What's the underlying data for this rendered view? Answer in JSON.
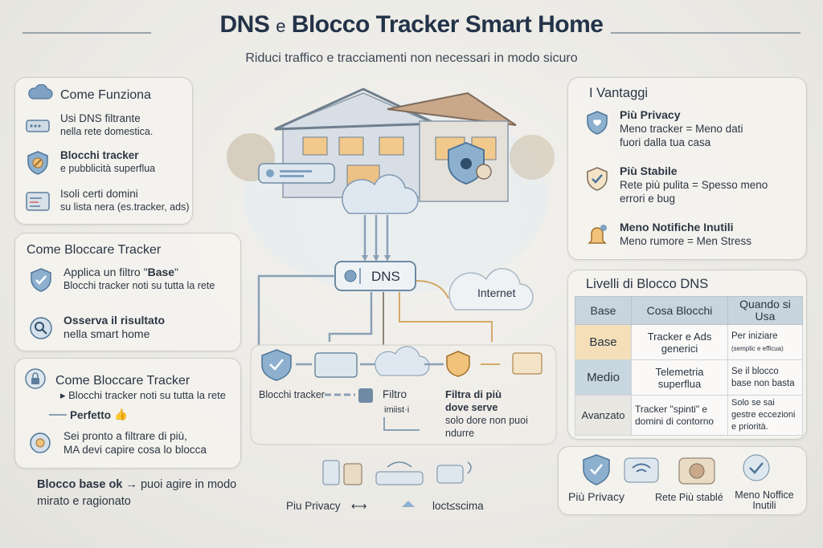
{
  "header": {
    "title_a": "DNS",
    "title_e": "e",
    "title_b": "Blocco Tracker Smart Home",
    "subtitle": "Riduci traffico e tracciamenti non necessari in modo sicuro"
  },
  "how": {
    "title": "Come Funziona",
    "items": [
      {
        "line1": "Usi DNS filtrante",
        "line2": "nella rete domestica."
      },
      {
        "line1": "Blocchi tracker",
        "line2": "e pubblicità superflua"
      },
      {
        "line1": "Isoli certi domini",
        "line2": "su lista nera  (es.tracker, ads)"
      }
    ]
  },
  "block1": {
    "title": "Come Bloccare Tracker",
    "items": [
      {
        "line1_a": "Applica un filtro \"",
        "line1_b": "Base",
        "line1_c": "\"",
        "line2": "Blocchi tracker noti su tutta la rete"
      },
      {
        "line1": "Osserva il risultato",
        "line2": "nella smart home"
      }
    ]
  },
  "block2": {
    "title": "Come Bloccare Tracker",
    "item1": "Blocchi tracker noti su tutta la rete",
    "perfect": "Perfetto",
    "item3_line1": "Sei pronto a filtrare di più,",
    "item3_line2": "MA devi capire cosa lo blocca"
  },
  "footer_left": {
    "line1": "Blocco base ok",
    "line1_arrow": "→",
    "line1_rest": "puoi agire in modo",
    "line2": "mirato e ragionato"
  },
  "diagram": {
    "dns_label": "DNS",
    "internet_label": "Internet",
    "blocchi_tracker": "Blocchi tracker",
    "filtro": "Filtro",
    "imiist": "imiist·i",
    "filtra_line1": "Filtra di più",
    "filtra_line2": "dove serve",
    "filtra_line3": "solo dore non puoi",
    "filtra_line4": "ndurre",
    "bottom_left": "Piu Privacy",
    "bottom_right": "loct≤scima"
  },
  "advantages": {
    "title": "I Vantaggi",
    "items": [
      {
        "title": "Più Privacy",
        "line1": "Meno tracker = Meno dati",
        "line2": "fuori dalla tua casa"
      },
      {
        "title": "Più Stabile",
        "line1": "Rete più pulita = Spesso meno",
        "line2": "errori e bug"
      },
      {
        "title": "Meno Notifiche Inutili",
        "line1": "Meno rumore = Men Stress",
        "line2": ""
      }
    ]
  },
  "levels": {
    "title": "Livelli di Blocco DNS",
    "headers": [
      "Base",
      "Cosa Blocchi",
      "Quando si Usa"
    ],
    "rows": [
      {
        "level": "Base",
        "what": "Tracker e Ads generici",
        "when": "Per iniziare",
        "when_small": "(semplic e efficua)"
      },
      {
        "level": "Medio",
        "what": "Telemetria superflua",
        "when": "Se il blocco base non basta",
        "when_small": ""
      },
      {
        "level": "Avanzato",
        "what": "Tracker \"spinti\" e domini di contorno",
        "when": "Solo se sai gestre eccezioni e priorità.",
        "when_small": ""
      }
    ]
  },
  "bottom_right": {
    "labels": [
      "Più Privacy",
      "Rete Più stablé",
      "Meno Noffice Inutili"
    ]
  }
}
